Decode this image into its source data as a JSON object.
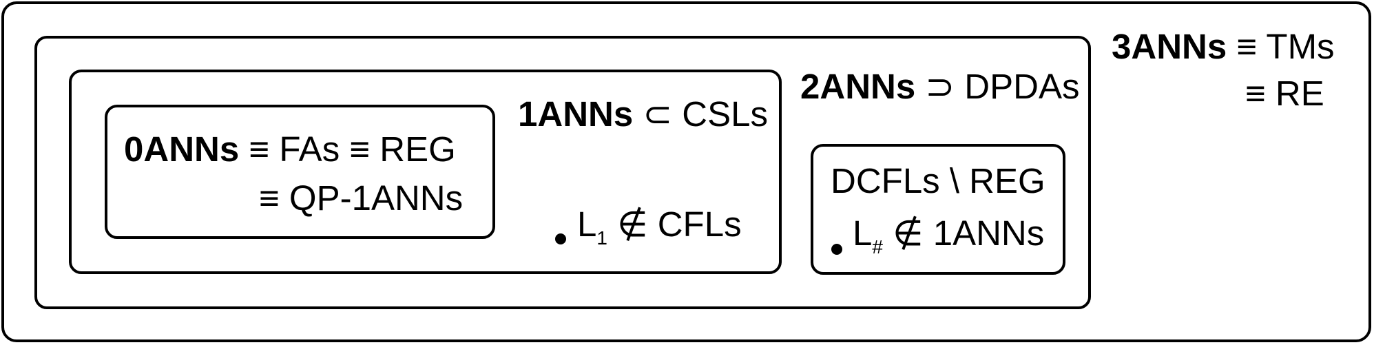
{
  "level3": {
    "name": "3ANNs",
    "rel1": "≡ TMs",
    "rel2": "≡ RE"
  },
  "level2": {
    "name": "2ANNs",
    "rel": "⊃ DPDAs"
  },
  "level1": {
    "name": "1ANNs",
    "rel": "⊂ CSLs",
    "lang": "L",
    "lang_sub": "1",
    "lang_rel": "∉ CFLs"
  },
  "level0": {
    "name": "0ANNs",
    "rel1": "≡ FAs ≡ REG",
    "rel2": "≡ QP-1ANNs"
  },
  "dcfl": {
    "title": "DCFLs \\ REG",
    "lang": "L",
    "lang_sub": "#",
    "lang_rel": "∉ 1ANNs"
  }
}
